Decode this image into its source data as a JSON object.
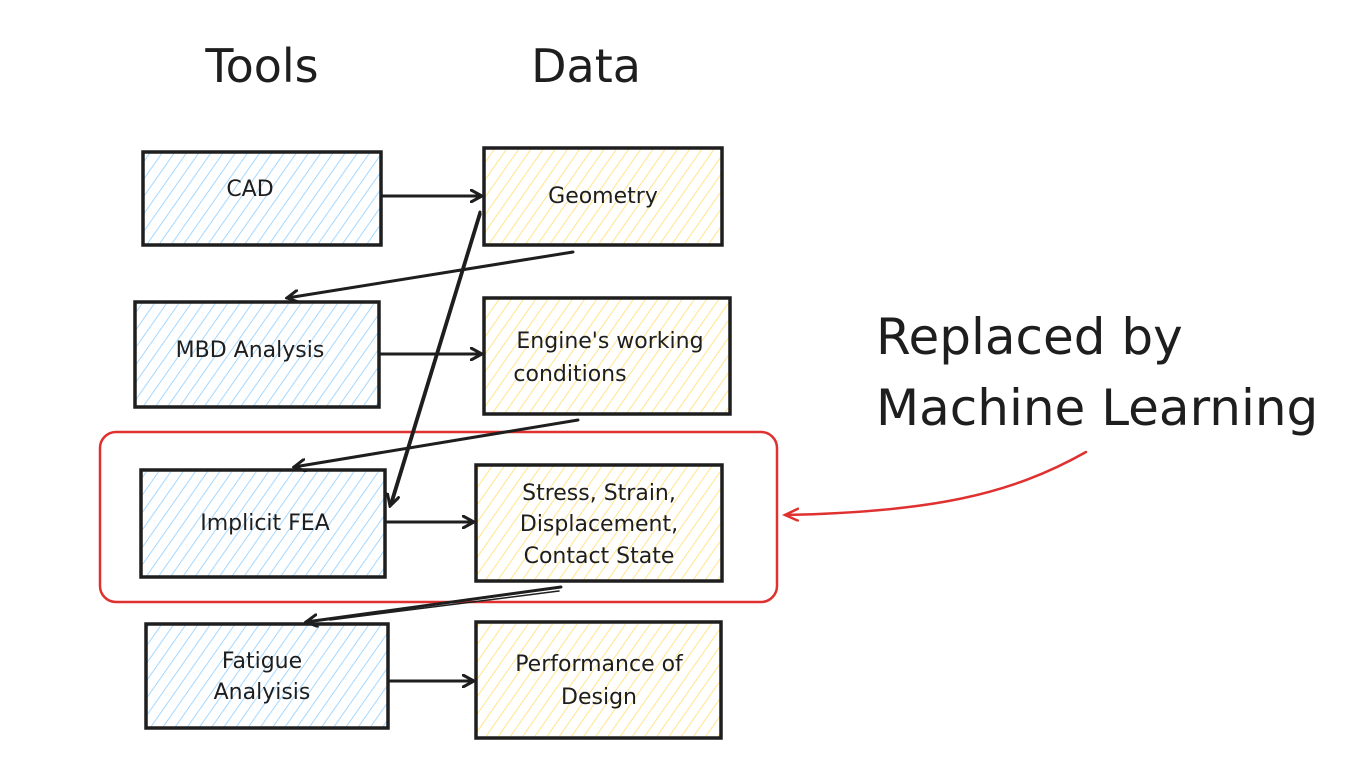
{
  "headings": {
    "tools": "Tools",
    "data": "Data"
  },
  "colors": {
    "tool_fill": "#a5d8ff",
    "data_fill": "#ffec99",
    "stroke": "#1e1e1e",
    "highlight": "#e03131"
  },
  "rows": [
    {
      "tool": [
        "CAD"
      ],
      "data": [
        "Geometry"
      ]
    },
    {
      "tool": [
        "MBD Analysis"
      ],
      "data": [
        "Engine's working",
        "conditions"
      ]
    },
    {
      "tool": [
        "Implicit FEA"
      ],
      "data": [
        "Stress, Strain,",
        "Displacement,",
        "Contact State"
      ]
    },
    {
      "tool": [
        "Fatigue",
        "Analyisis"
      ],
      "data": [
        "Performance of",
        "Design"
      ]
    }
  ],
  "connections": [
    {
      "from": "CAD",
      "to": "Geometry"
    },
    {
      "from": "Geometry",
      "to": "MBD Analysis"
    },
    {
      "from": "Geometry",
      "to": "Implicit FEA"
    },
    {
      "from": "MBD Analysis",
      "to": "Engine's working conditions"
    },
    {
      "from": "Engine's working conditions",
      "to": "Implicit FEA"
    },
    {
      "from": "Implicit FEA",
      "to": "Stress, Strain, Displacement, Contact State"
    },
    {
      "from": "Stress, Strain, Displacement, Contact State",
      "to": "Fatigue Analyisis"
    },
    {
      "from": "Fatigue Analyisis",
      "to": "Performance of Design"
    }
  ],
  "annotation": {
    "lines": [
      "Replaced by",
      "Machine Learning"
    ],
    "target": "Implicit FEA row"
  }
}
